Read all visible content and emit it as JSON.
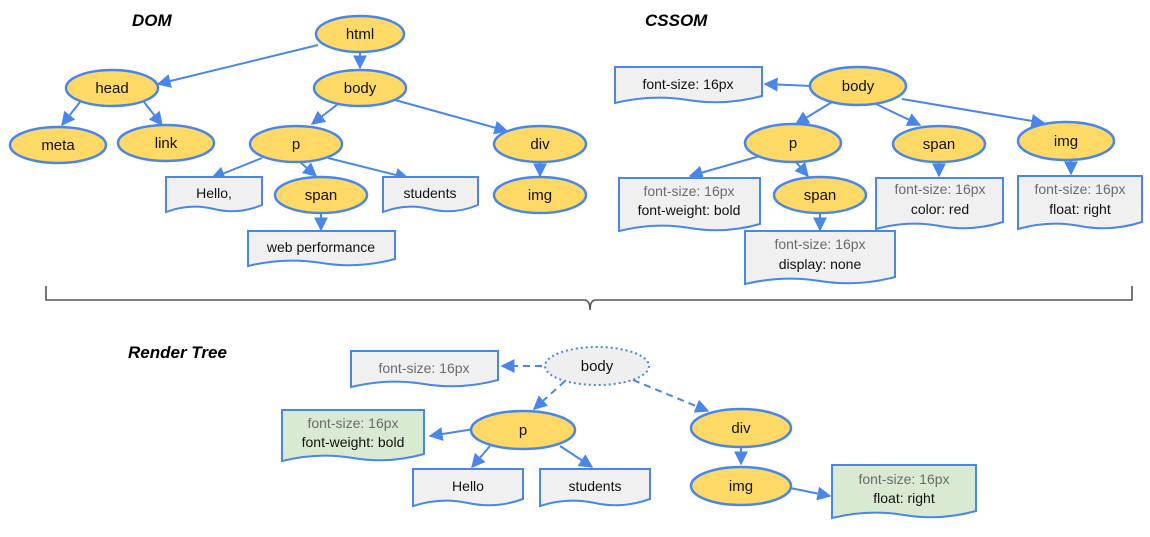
{
  "colors": {
    "node_fill": "#ffd966",
    "node_stroke": "#4a86e8",
    "doc_fill": "#f0f0f0",
    "doc_green_fill": "#d9ead3",
    "dotted_node_fill": "#efefef",
    "edge": "#4a86e8"
  },
  "dom": {
    "title": "DOM",
    "nodes": {
      "html": "html",
      "head": "head",
      "body": "body",
      "meta": "meta",
      "link": "link",
      "p": "p",
      "div": "div",
      "span": "span",
      "img": "img"
    },
    "text": {
      "hello": "Hello,",
      "students": "students",
      "web_performance": "web performance"
    }
  },
  "cssom": {
    "title": "CSSOM",
    "nodes": {
      "body": "body",
      "p": "p",
      "span_p": "span",
      "span": "span",
      "img": "img"
    },
    "styles": {
      "body": [
        "font-size: 16px"
      ],
      "p": [
        "font-size: 16px",
        "font-weight: bold"
      ],
      "span_p": [
        "font-size: 16px",
        "display: none"
      ],
      "span": [
        "font-size: 16px",
        "color: red"
      ],
      "img": [
        "font-size: 16px",
        "float: right"
      ]
    }
  },
  "render_tree": {
    "title": "Render Tree",
    "nodes": {
      "body": "body",
      "p": "p",
      "div": "div",
      "img": "img"
    },
    "styles": {
      "body": [
        "font-size: 16px"
      ],
      "p": [
        "font-size: 16px",
        "font-weight: bold"
      ],
      "img": [
        "font-size: 16px",
        "float: right"
      ]
    },
    "text": {
      "hello": "Hello",
      "students": "students"
    }
  }
}
